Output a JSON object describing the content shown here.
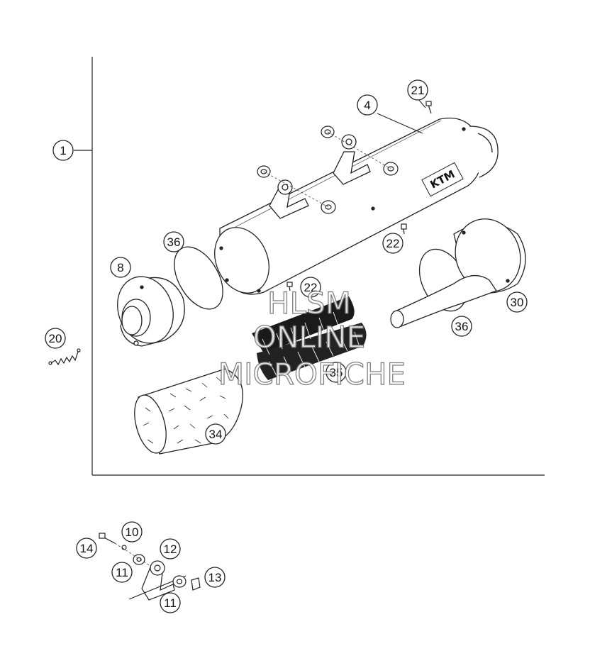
{
  "callouts": {
    "c1": "1",
    "c4": "4",
    "c8": "8",
    "c10": "10",
    "c11a": "11",
    "c11b": "11",
    "c12": "12",
    "c13": "13",
    "c14": "14",
    "c20": "20",
    "c21": "21",
    "c22a": "22",
    "c22b": "22",
    "c30": "30",
    "c34": "34",
    "c35": "35",
    "c36a": "36",
    "c36b": "36"
  },
  "logo": "KTM",
  "watermark": {
    "line1": "HLSM",
    "line2": "ONLINE",
    "line3": "MICROFICHE"
  }
}
